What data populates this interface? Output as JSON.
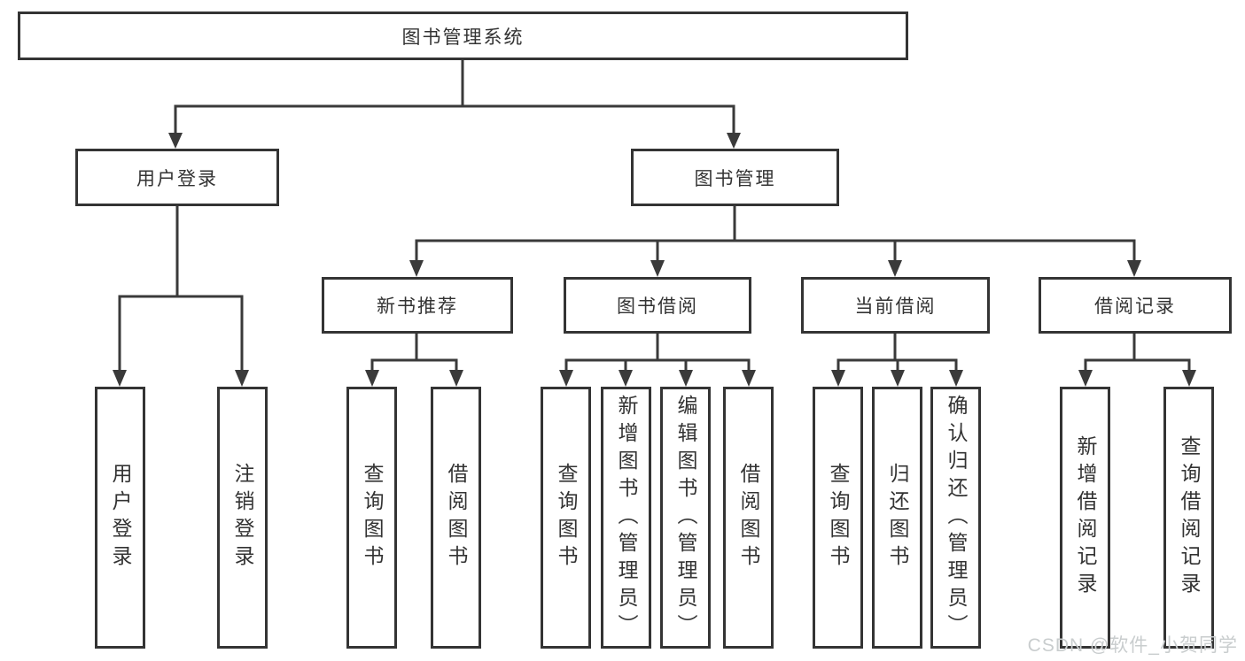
{
  "diagram": {
    "root": {
      "label": "图书管理系统"
    },
    "level2": [
      {
        "label": "用户登录"
      },
      {
        "label": "图书管理"
      }
    ],
    "level3": [
      {
        "label": "新书推荐"
      },
      {
        "label": "图书借阅"
      },
      {
        "label": "当前借阅"
      },
      {
        "label": "借阅记录"
      }
    ],
    "leaves": [
      {
        "parent": "用户登录",
        "label": "用户登录"
      },
      {
        "parent": "用户登录",
        "label": "注销登录"
      },
      {
        "parent": "新书推荐",
        "label": "查询图书"
      },
      {
        "parent": "新书推荐",
        "label": "借阅图书"
      },
      {
        "parent": "图书借阅",
        "label": "查询图书"
      },
      {
        "parent": "图书借阅",
        "label": "新增图书（管理员）"
      },
      {
        "parent": "图书借阅",
        "label": "编辑图书（管理员）"
      },
      {
        "parent": "图书借阅",
        "label": "借阅图书"
      },
      {
        "parent": "当前借阅",
        "label": "查询图书"
      },
      {
        "parent": "当前借阅",
        "label": "归还图书"
      },
      {
        "parent": "当前借阅",
        "label": "确认归还（管理员）"
      },
      {
        "parent": "借阅记录",
        "label": "新增借阅记录"
      },
      {
        "parent": "借阅记录",
        "label": "查询借阅记录"
      }
    ]
  },
  "watermark": {
    "text": "CSDN @软件_小贺同学"
  },
  "colors": {
    "line": "#3a3a3a",
    "border": "#343434",
    "text": "#333333",
    "watermark": "#c9cdce",
    "background": "#ffffff"
  }
}
